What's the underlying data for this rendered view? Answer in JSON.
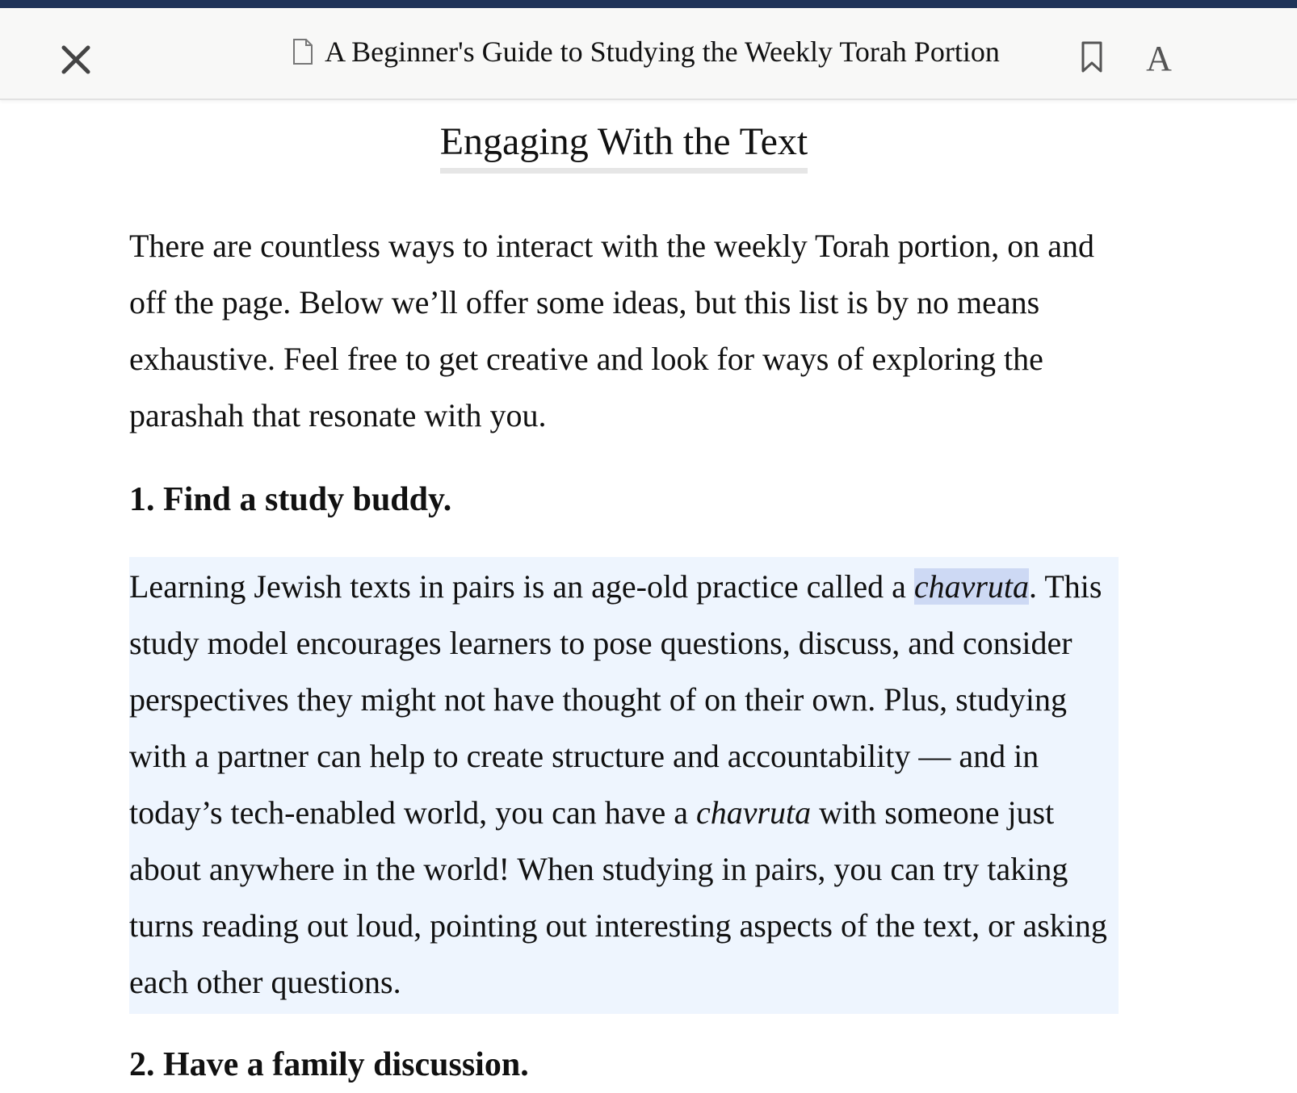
{
  "header": {
    "title": "A Beginner's Guide to Studying the Weekly Torah Portion",
    "font_button_label": "A",
    "icons": [
      "close-icon",
      "document-icon",
      "bookmark-icon",
      "font-size-icon"
    ]
  },
  "article": {
    "section_title": "Engaging With the Text",
    "intro": "There are countless ways to interact with the weekly Torah portion, on and off the page. Below we’ll offer some ideas, but this list is by no means exhaustive. Feel free to get creative and look for ways of exploring the parashah that resonate with you.",
    "step1": {
      "heading": "1. Find a study buddy.",
      "text_a": "Learning Jewish texts in pairs is an age-old practice called a ",
      "term_selected": "chavruta",
      "text_b": ". This study model encourages learners to pose questions, discuss, and consider perspectives they might not have thought of on their own. Plus, studying with a partner can help to create structure and accountability — and in today’s tech-enabled world, you can have a ",
      "term_plain": "chavruta",
      "text_c": " with someone just about anywhere in the world! When studying in pairs, you can try taking turns reading out loud, pointing out interesting aspects of the text, or asking each other questions."
    },
    "step2": {
      "heading": "2. Have a family discussion."
    }
  },
  "colors": {
    "top_strip": "#1f3358",
    "header_bg": "#f8f8f7",
    "highlight_block": "#eef5fe",
    "selection": "#cdd9f4"
  }
}
